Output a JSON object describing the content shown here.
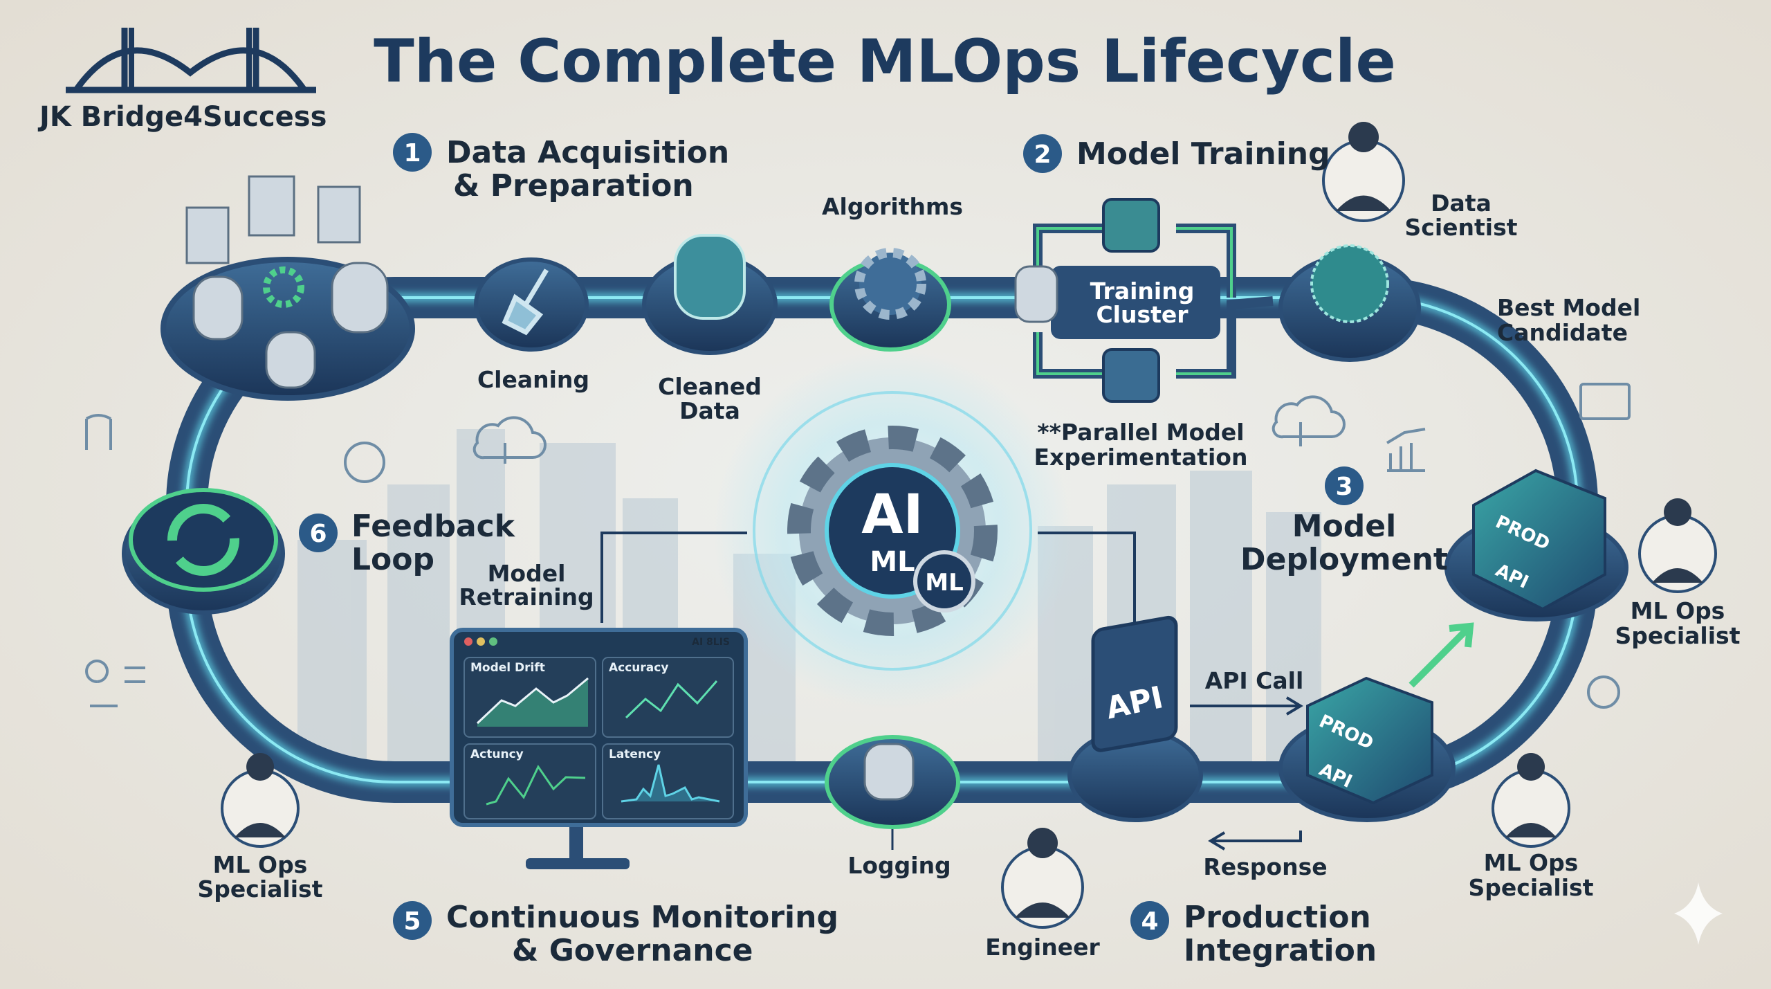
{
  "brand": {
    "name": "JK Bridge4Success"
  },
  "title": "The Complete MLOps Lifecycle",
  "colors": {
    "navy": "#1d3a5e",
    "track": "#2b4e76",
    "glow_cyan": "#5fd3e6",
    "glow_green": "#4fd08c",
    "background": "#e9e5dd"
  },
  "stages": [
    {
      "number": "1",
      "line1": "Data Acquisition",
      "line2": "& Preparation"
    },
    {
      "number": "2",
      "line1": "Model Training",
      "line2": ""
    },
    {
      "number": "3",
      "line1": "Model",
      "line2": "Deployment"
    },
    {
      "number": "4",
      "line1": "Production",
      "line2": "Integration"
    },
    {
      "number": "5",
      "line1": "Continuous Monitoring",
      "line2": "& Governance"
    },
    {
      "number": "6",
      "line1": "Feedback",
      "line2": "Loop"
    }
  ],
  "labels": {
    "cleaning": "Cleaning",
    "cleaned_data_1": "Cleaned",
    "cleaned_data_2": "Data",
    "algorithms": "Algorithms",
    "training_cluster_1": "Training",
    "training_cluster_2": "Cluster",
    "parallel_1": "**Parallel Model",
    "parallel_2": "Experimentation",
    "best_model_1": "Best Model",
    "best_model_2": "Candidate",
    "api": "API",
    "api_call": "API Call",
    "response": "Response",
    "prod_api_1": "PROD",
    "prod_api_2": "API",
    "logging": "Logging",
    "model_retraining_1": "Model",
    "model_retraining_2": "Retraining",
    "ai": "AI",
    "ml": "ML",
    "ml_badge": "ML"
  },
  "people": [
    {
      "role_1": "Data",
      "role_2": "Scientist"
    },
    {
      "role_1": "ML Ops",
      "role_2": "Specialist"
    },
    {
      "role_1": "ML Ops",
      "role_2": "Specialist"
    },
    {
      "role_1": "Engineer",
      "role_2": ""
    },
    {
      "role_1": "ML Ops",
      "role_2": "Specialist"
    }
  ],
  "dashboard": {
    "header": "AI 8LIS",
    "panels": [
      "Model Drift",
      "Accuracy",
      "Actuncy",
      "Latency"
    ]
  }
}
